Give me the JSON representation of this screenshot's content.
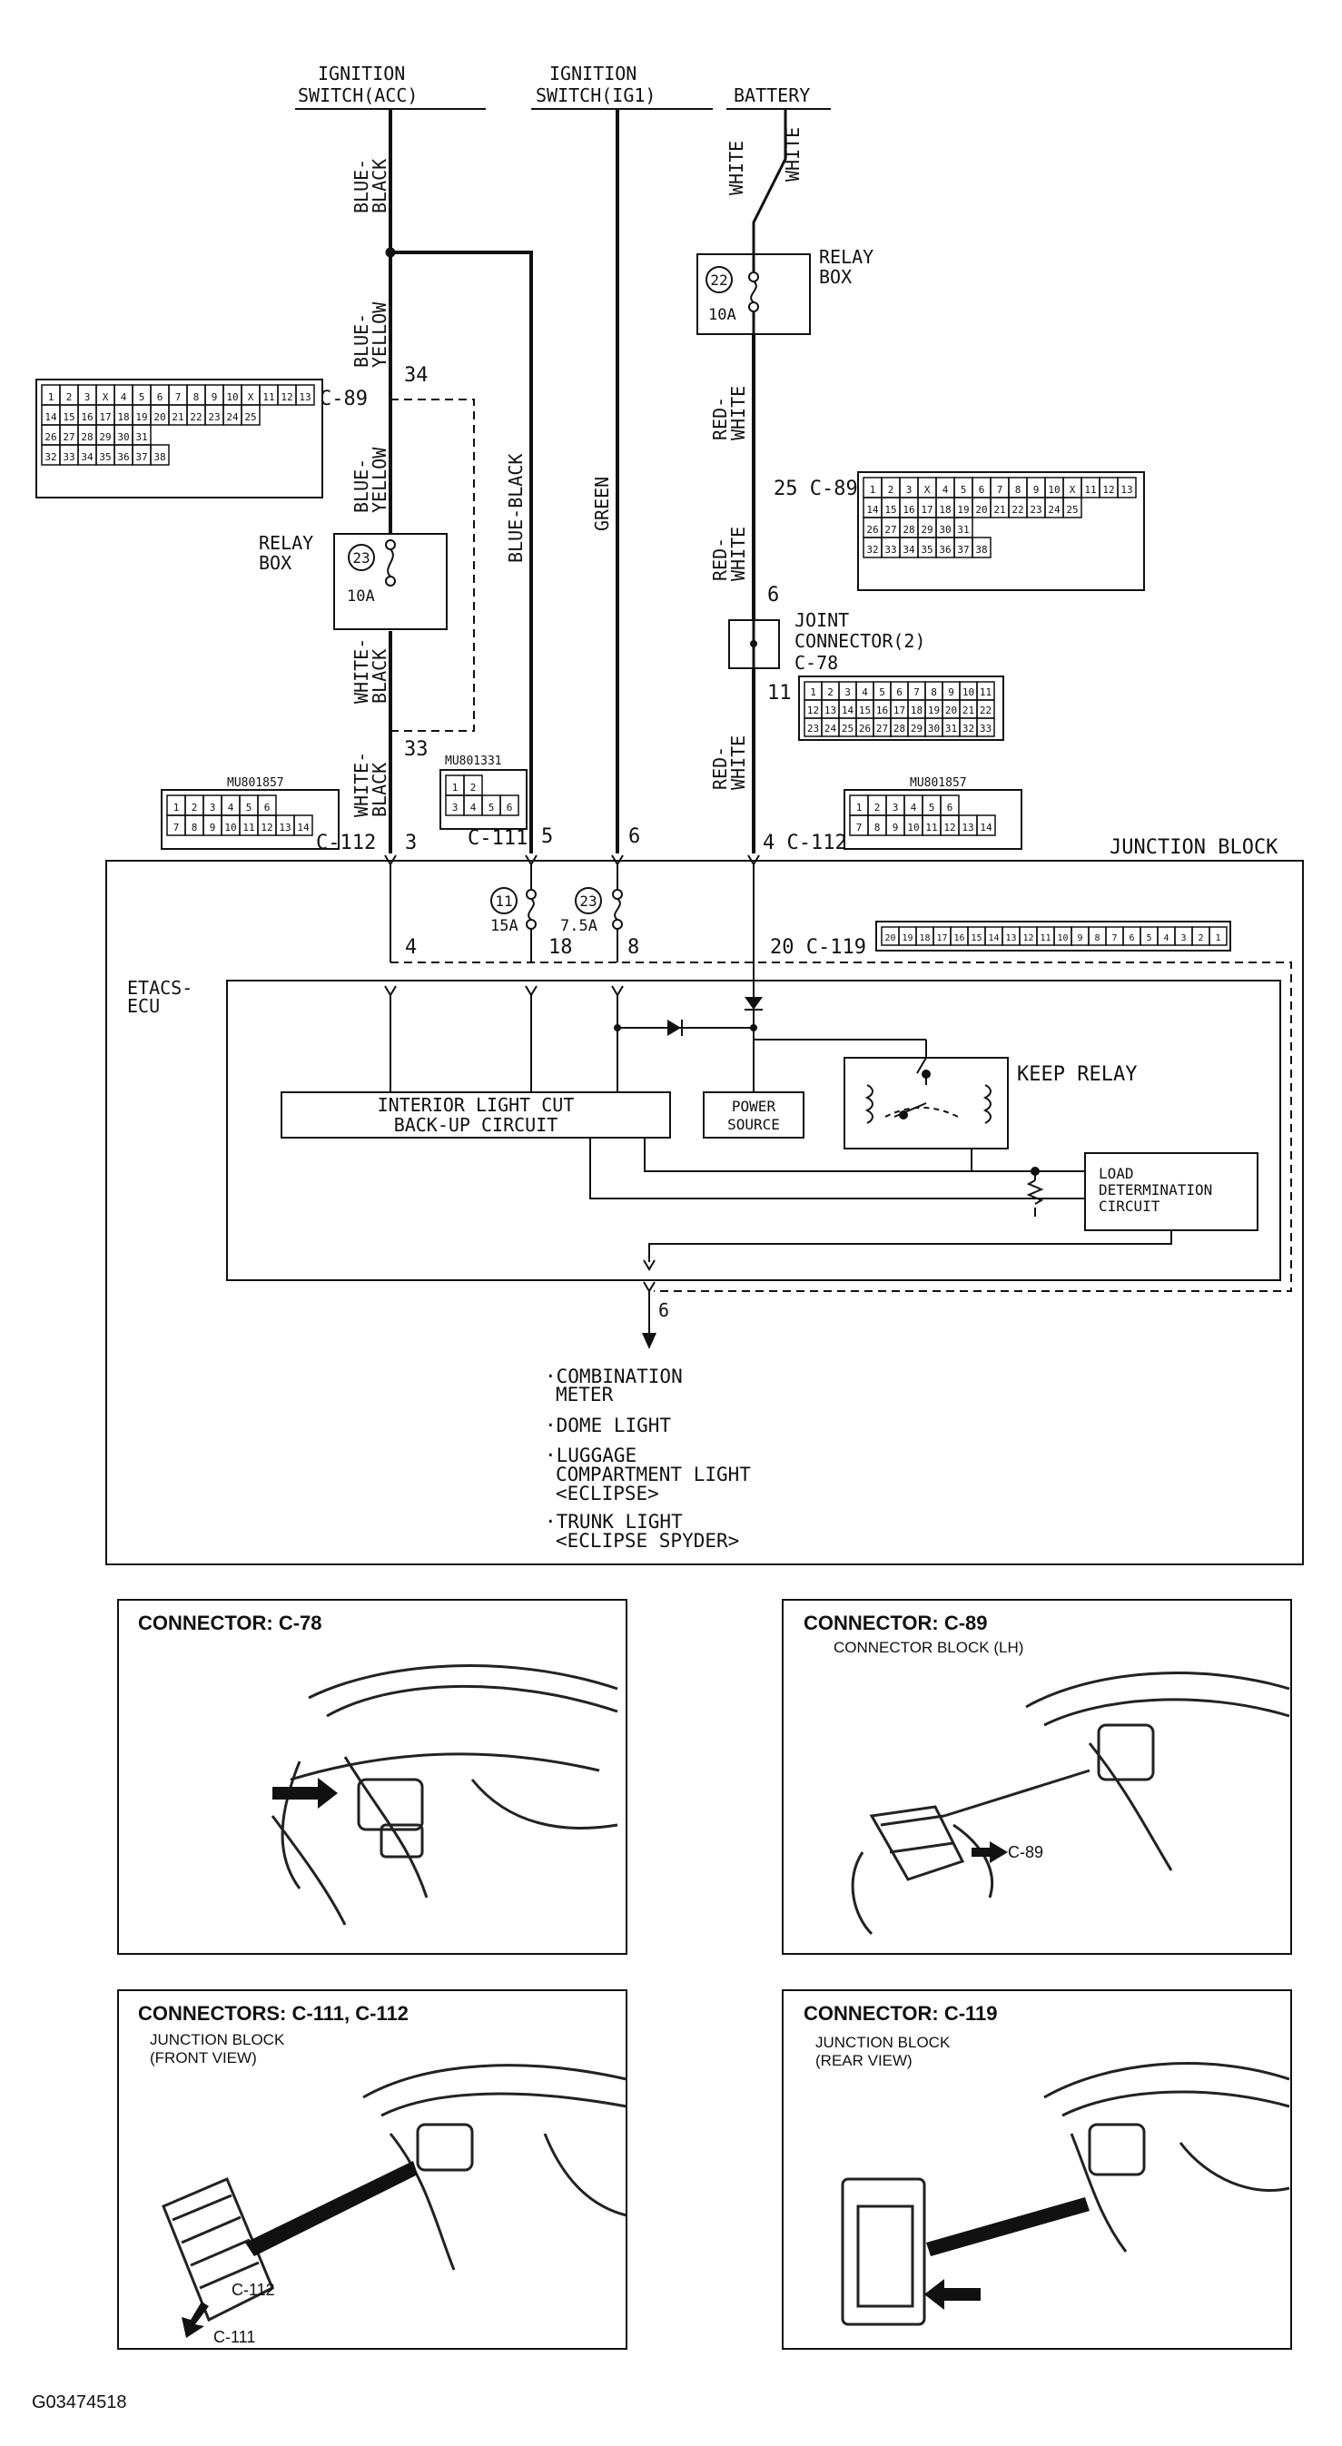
{
  "sources": {
    "acc": [
      "IGNITION",
      "SWITCH(ACC)"
    ],
    "ig1": [
      "IGNITION",
      "SWITCH(IG1)"
    ],
    "battery": "BATTERY"
  },
  "wire_labels": {
    "blue_black_top": [
      "BLUE-",
      "BLACK"
    ],
    "blue_yellow_top": [
      "BLUE-",
      "YELLOW"
    ],
    "blue_yellow_mid": [
      "BLUE-",
      "YELLOW"
    ],
    "white_black_mid": [
      "WHITE-",
      "BLACK"
    ],
    "white_black_low": [
      "WHITE-",
      "BLACK"
    ],
    "blue_black_long": "BLUE-BLACK",
    "green": "GREEN",
    "white_a": "WHITE",
    "white_b": "WHITE",
    "red_white_1": [
      "RED-",
      "WHITE"
    ],
    "red_white_2": [
      "RED-",
      "WHITE"
    ],
    "red_white_3": [
      "RED-",
      "WHITE"
    ]
  },
  "relay_box_left": {
    "label": [
      "RELAY",
      "BOX"
    ],
    "fuse_no": "23",
    "rating": "10A"
  },
  "relay_box_right": {
    "label": [
      "RELAY",
      "BOX"
    ],
    "fuse_no": "22",
    "rating": "10A"
  },
  "joint_connector": {
    "label": [
      "JOINT",
      "CONNECTOR(2)"
    ],
    "code": "C-78",
    "pin_in": "6",
    "pin_out": "11"
  },
  "pins": {
    "c89_left_code": "C-89",
    "c89_left_34": "34",
    "c89_left_33": "33",
    "c89_right": "25 C-89",
    "c112_left": "C-112",
    "pin_3": "3",
    "c111": "C-111",
    "pin_5": "5",
    "pin_6": "6",
    "c112_right": "4 C-112",
    "pin_4": "4",
    "pin_18": "18",
    "pin_8": "8",
    "c119": "20 C-119",
    "out_6": "6"
  },
  "part_numbers": {
    "mu801857_left": "MU801857",
    "mu801331": "MU801331",
    "mu801857_right": "MU801857"
  },
  "junction_block": {
    "title": "JUNCTION BLOCK",
    "fuse11": {
      "no": "11",
      "rating": "15A"
    },
    "fuse23": {
      "no": "23",
      "rating": "7.5A"
    }
  },
  "ecu": {
    "label": [
      "ETACS-",
      "ECU"
    ],
    "interior_light": [
      "INTERIOR LIGHT CUT",
      "BACK-UP CIRCUIT"
    ],
    "power_source": [
      "POWER",
      "SOURCE"
    ],
    "keep_relay": "KEEP RELAY",
    "load_det": [
      "LOAD",
      "DETERMINATION",
      "CIRCUIT"
    ]
  },
  "outputs": {
    "items": [
      "·COMBINATION",
      "METER",
      "·DOME LIGHT",
      "·LUGGAGE",
      "COMPARTMENT LIGHT",
      "<ECLIPSE>",
      "·TRUNK LIGHT",
      "<ECLIPSE SPYDER>"
    ]
  },
  "connector_grids": {
    "c89": [
      [
        "1",
        "2",
        "3",
        "X",
        "4",
        "5",
        "6",
        "7",
        "8",
        "9",
        "10",
        "X",
        "11",
        "12",
        "13"
      ],
      [
        "14",
        "15",
        "16",
        "17",
        "18",
        "19",
        "20",
        "21",
        "22",
        "23",
        "24",
        "25"
      ],
      [
        "26",
        "27",
        "28",
        "29",
        "30",
        "31"
      ],
      [
        "32",
        "33",
        "34",
        "35",
        "36",
        "37",
        "38"
      ]
    ],
    "c78": [
      [
        "1",
        "2",
        "3",
        "4",
        "5",
        "6",
        "7",
        "8",
        "9",
        "10",
        "11"
      ],
      [
        "12",
        "13",
        "14",
        "15",
        "16",
        "17",
        "18",
        "19",
        "20",
        "21",
        "22"
      ],
      [
        "23",
        "24",
        "25",
        "26",
        "27",
        "28",
        "29",
        "30",
        "31",
        "32",
        "33"
      ]
    ],
    "c112": [
      [
        "1",
        "2",
        "3",
        "4",
        "5",
        "6"
      ],
      [
        "7",
        "8",
        "9",
        "10",
        "11",
        "12",
        "13",
        "14"
      ]
    ],
    "c111": [
      [
        "1",
        "2"
      ],
      [
        "3",
        "4",
        "5",
        "6"
      ]
    ],
    "c119": [
      "20",
      "19",
      "18",
      "17",
      "16",
      "15",
      "14",
      "13",
      "12",
      "11",
      "10",
      "9",
      "8",
      "7",
      "6",
      "5",
      "4",
      "3",
      "2",
      "1"
    ]
  },
  "photos": {
    "p1": {
      "title": "CONNECTOR: C-78"
    },
    "p2": {
      "title": "CONNECTOR: C-89",
      "sub": "CONNECTOR BLOCK (LH)",
      "callout": "C-89"
    },
    "p3": {
      "title": "CONNECTORS: C-111, C-112",
      "sub": [
        "JUNCTION BLOCK",
        "(FRONT VIEW)"
      ],
      "callout1": "C-112",
      "callout2": "C-111"
    },
    "p4": {
      "title": "CONNECTOR: C-119",
      "sub": [
        "JUNCTION BLOCK",
        "(REAR VIEW)"
      ]
    }
  },
  "figure_id": "G03474518"
}
